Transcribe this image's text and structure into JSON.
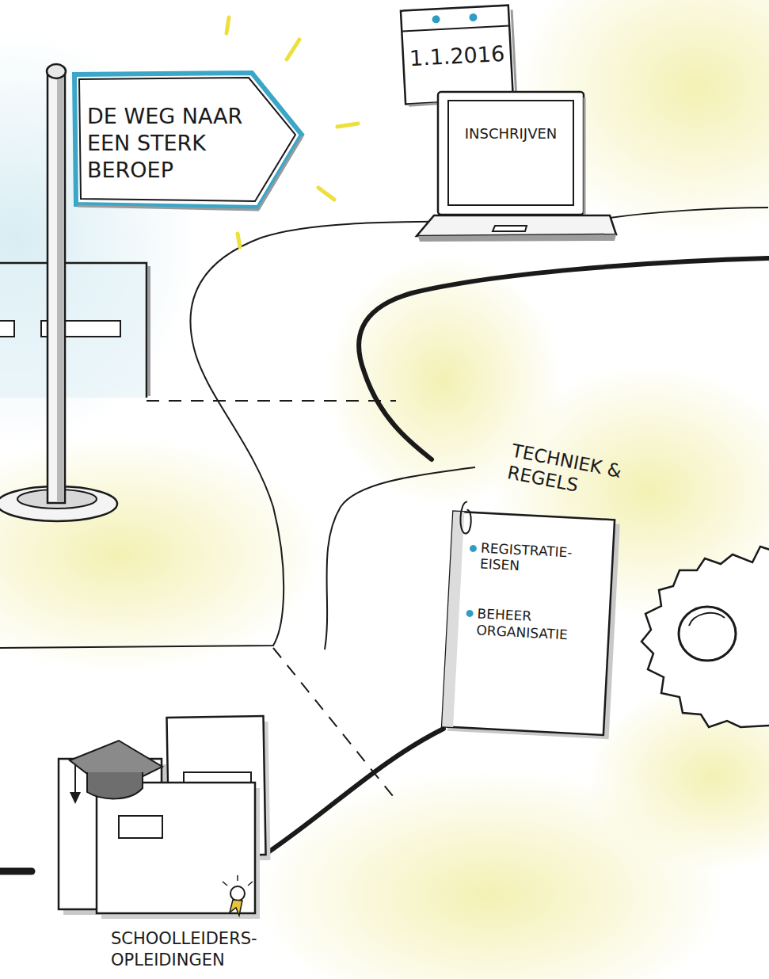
{
  "diagram": {
    "nodes": [
      {
        "text": [
          "DE WEG NAAR EEN STERK BEROEP"
        ]
      },
      {
        "text": [
          "1.1.2016"
        ]
      },
      {
        "text": [
          "INSCHRIJVEN"
        ]
      },
      {
        "text": [
          "TECHNIEK & REGELS",
          "REGISTRATIE-EISEN",
          "BEHEER ORGANISATIE"
        ]
      }
    ],
    "labels": [
      "SCHOOLLEIDERS-OPLEIDINGEN"
    ]
  }
}
